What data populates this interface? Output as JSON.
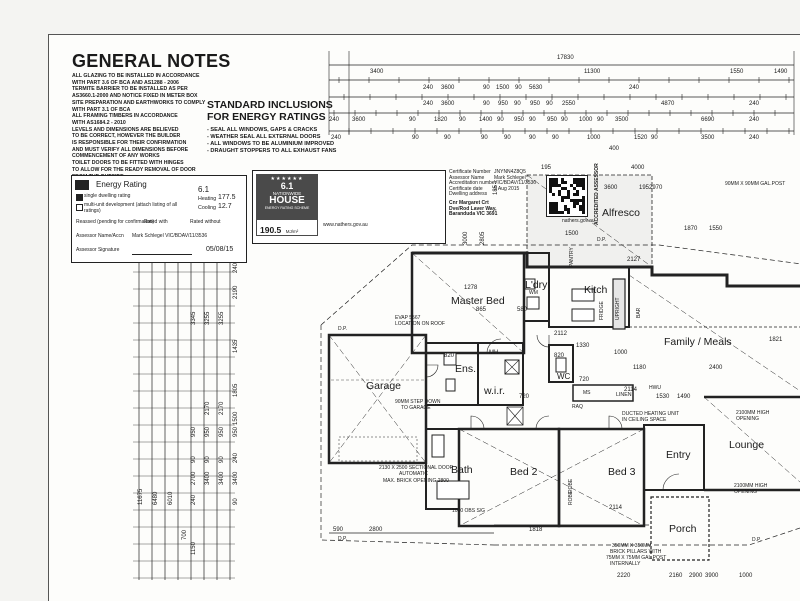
{
  "general_notes": {
    "title": "GENERAL NOTES",
    "lines": [
      "ALL GLAZING TO BE INSTALLED IN ACCORDANCE",
      "WITH PART 3.6 OF BCA AND AS1288 - 2006",
      "TERMITE BARRIER TO BE INSTALLED AS PER",
      "AS3660.1-2000 AND NOTICE FIXED IN METER BOX",
      "SITE PREPARATION AND EARTHWORKS TO COMPLY",
      "WITH PART 3.1 OF BCA",
      "ALL FRAMING TIMBERS IN ACCORDANCE",
      "WITH AS1684.2 - 2010",
      "LEVELS AND DIMENSIONS ARE BELIEVED",
      "TO BE CORRECT, HOWEVER THE BUILDER",
      "IS RESPONSIBLE FOR THEIR CONFIRMATION",
      "AND MUST VERIFY ALL DIMENSIONS BEFORE",
      "COMMENCEMENT OF ANY WORKS",
      "TOILET DOORS TO BE FITTED WITH HINGES",
      "TO ALLOW FOR THE READY REMOVAL OF DOOR",
      "FROM THE OUTSIDE"
    ]
  },
  "standard_inclusions": {
    "title": "STANDARD INCLUSIONS FOR ENERGY RATINGS",
    "lines": [
      "- SEAL ALL WINDOWS, GAPS & CRACKS",
      "- WEATHER SEAL ALL EXTERNAL DOORS",
      "- ALL WINDOWS TO BE ALUMINIUM IMPROVED",
      "- DRAUGHT STOPPERS TO ALL EXHAUST FANS"
    ]
  },
  "energy_box": {
    "title": "Energy Rating",
    "rating": "6.1",
    "heating_label": "Heating",
    "heating_value": "177.5",
    "cooling_label": "Cooling",
    "cooling_value": "12.7",
    "option_single": "single dwelling rating",
    "option_multi": "multi-unit development (attach listing of all ratings)",
    "reassessed": "Reassed (pending for confirmation)",
    "rated": "Rated with",
    "rated_without": "Rated without",
    "assessor_name_label": "Assessor Name/Accn",
    "assessor_name": "Mark Schlegel VIC/BDAV/11/3536",
    "assessor_sig_label": "Assessor Signature",
    "date": "05/08/15"
  },
  "house_badge": {
    "rating": "6.1",
    "stars": "★★★★★★",
    "brand_line1": "NATIONWIDE",
    "brand_line2": "HOUSE",
    "brand_line3": "ENERGY RATING SCHEME",
    "value": "190.5",
    "unit": "MJ/m²",
    "url": "www.nathers.gov.au"
  },
  "certificate": {
    "labels": [
      "Certificate Number",
      "Assessor Name",
      "Accreditation number",
      "Certificate date",
      "Dwelling address"
    ],
    "values": [
      "JNYNN4Z8Q5",
      "Mark Schlegel",
      "VIC/BDAV/11/3536",
      "5 Aug 2015",
      ""
    ],
    "address_line1": "Cnr Margaret Crt",
    "address_line2": "Dve/Rod Laver Way,",
    "address_line3": "Baranduda VIC 3691",
    "side_text": "ACCREDITED ASSESSOR",
    "url": "nathers.gov.au"
  },
  "rooms": {
    "alfresco": "Alfresco",
    "master_bed": "Master Bed",
    "ldry": "L'dry",
    "kitch": "Kitch",
    "family": "Family / Meals",
    "garage": "Garage",
    "ens": "Ens.",
    "wir": "w.i.r.",
    "wc": "WC",
    "linen": "LINEN",
    "lounge": "Lounge",
    "bath": "Bath",
    "bed2": "Bed 2",
    "bed3": "Bed 3",
    "entry": "Entry",
    "porch": "Porch"
  },
  "annotations": {
    "evap": "EVAP 5567",
    "evap2": "LOCATION ON ROOF",
    "step": "90MM STEP DOWN",
    "step2": "TO GARAGE",
    "sectional": "2130 X 2500 SECTIONAL DOOR",
    "automatic": "AUTOMATIC",
    "brick_opening": "MAX. BRICK OPENING 2800",
    "heating": "DUCTED HEATING UNIT",
    "heating2": "IN CEILING SPACE",
    "high_open1": "2100MM HIGH",
    "high_open2": "OPENING",
    "high_open3": "2100MM HIGH",
    "high_open4": "OPENING",
    "post": "90MM X 90MM GAL.POST",
    "pillars1": "350MM X 350MM",
    "pillars2": "BRICK PILLARS WITH",
    "pillars3": "75MM X 75MM GAL.POST",
    "pillars4": "INTERNALLY",
    "dp": "D.P.",
    "raq": "RAQ",
    "ms": "MS",
    "hwu": "HWU",
    "pantry": "PANTRY",
    "fridge": "FRIDGE",
    "wm": "WM",
    "obs": "1000 OBS S/G",
    "bar": "BAR",
    "robe": "ROBE",
    "upright": "UPRIGHT"
  },
  "dims_top": {
    "overall": "17830",
    "row1": [
      "3400",
      "11300",
      "1550",
      "1490"
    ],
    "row2": [
      "240",
      "3600",
      "90",
      "1500",
      "90",
      "5630",
      "240"
    ],
    "row3": [
      "240",
      "3600",
      "90",
      "950",
      "90",
      "950",
      "90",
      "2550",
      "4870",
      "240"
    ],
    "row4": [
      "240",
      "3600",
      "90",
      "1820",
      "90",
      "1400",
      "90",
      "950",
      "90",
      "950",
      "90",
      "1000",
      "90",
      "3500",
      "6690",
      "240"
    ],
    "row5": [
      "240",
      "90",
      "90",
      "90",
      "90",
      "90",
      "90",
      "1000",
      "1520",
      "90",
      "3500",
      "240"
    ],
    "minor": [
      "400",
      "4000",
      "195",
      "3600",
      "195",
      "2970",
      "1870",
      "1550",
      "2127"
    ]
  },
  "dims_left": {
    "outer": [
      "11675",
      "6480",
      "6010",
      "3345",
      "3255",
      "3255",
      "2190",
      "1150",
      "700",
      "2700",
      "3400",
      "3400",
      "3400"
    ],
    "inner": [
      "240",
      "1435",
      "1805",
      "1500",
      "2170",
      "2170",
      "950",
      "950",
      "950",
      "950",
      "90",
      "90",
      "240",
      "90",
      "240",
      "90"
    ],
    "alfresco_side": [
      "3000",
      "2805",
      "185"
    ]
  },
  "dims_bottom": [
    "590",
    "2800",
    "1818",
    "2220",
    "2160",
    "2900",
    "3900",
    "1000"
  ],
  "dims_misc": [
    "865",
    "580",
    "1278",
    "2112",
    "1330",
    "1000",
    "1180",
    "2400",
    "1821",
    "2114",
    "2114",
    "1530",
    "1490",
    "820",
    "820",
    "720",
    "720",
    "1500"
  ]
}
